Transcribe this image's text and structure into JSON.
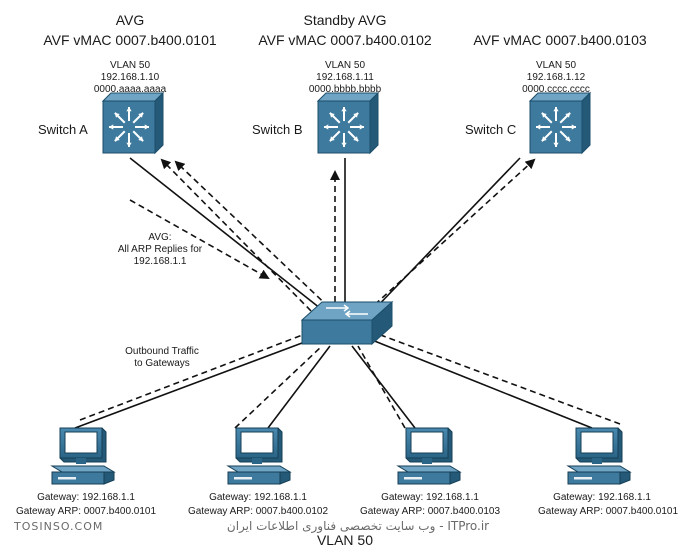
{
  "switches": [
    {
      "role_line1": "AVG",
      "role_line2": "AVF vMAC 0007.b400.0101",
      "vlan": "VLAN 50",
      "ip": "192.168.1.10",
      "mac": "0000.aaaa.aaaa",
      "label": "Switch A"
    },
    {
      "role_line1": "Standby AVG",
      "role_line2": "AVF vMAC 0007.b400.0102",
      "vlan": "VLAN 50",
      "ip": "192.168.1.11",
      "mac": "0000.bbbb.bbbb",
      "label": "Switch B"
    },
    {
      "role_line1": "",
      "role_line2": "AVF vMAC 0007.b400.0103",
      "vlan": "VLAN 50",
      "ip": "192.168.1.12",
      "mac": "0000.cccc.cccc",
      "label": "Switch C"
    }
  ],
  "annotations": {
    "avg_note": [
      "AVG:",
      "All ARP Replies for",
      "192.168.1.1"
    ],
    "outbound_note": [
      "Outbound Traffic",
      "to Gateways"
    ]
  },
  "hosts": [
    {
      "gateway": "Gateway: 192.168.1.1",
      "arp": "Gateway ARP: 0007.b400.0101"
    },
    {
      "gateway": "Gateway: 192.168.1.1",
      "arp": "Gateway ARP: 0007.b400.0102"
    },
    {
      "gateway": "Gateway: 192.168.1.1",
      "arp": "Gateway ARP: 0007.b400.0103"
    },
    {
      "gateway": "Gateway: 192.168.1.1",
      "arp": "Gateway ARP: 0007.b400.0101"
    }
  ],
  "bottom_label": "VLAN 50",
  "watermark": {
    "left": "TOSINSO.COM",
    "right": "وب سایت تخصصی فناوری اطلاعات ایران - ITPro.ir"
  },
  "colors": {
    "device_blue": "#3d7a9e",
    "device_dark": "#245a78",
    "line": "#111111"
  }
}
